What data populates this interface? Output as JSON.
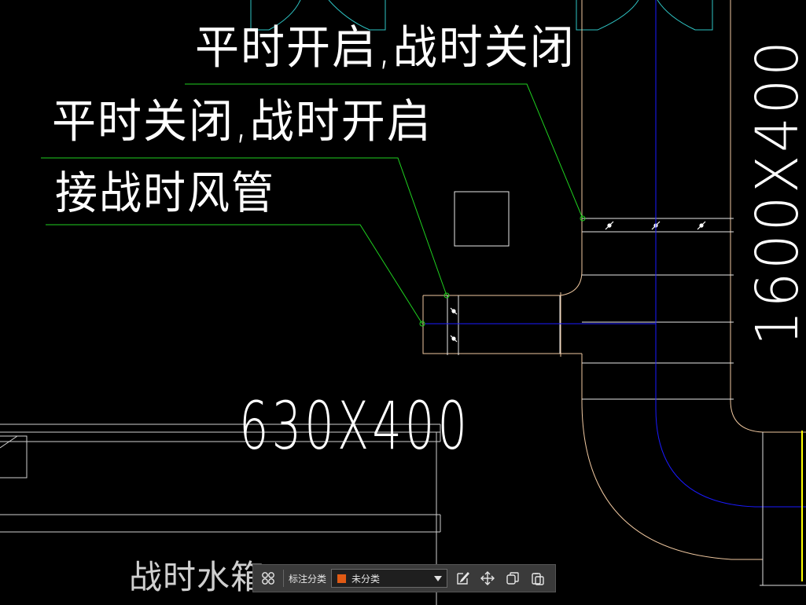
{
  "drawing": {
    "annotation_open_peace": "平时开启,战时关闭",
    "annotation_close_peace": "平时关闭,战时开启",
    "annotation_connect_duct": "接战时风管",
    "dimension_branch": "630X400",
    "dimension_main": "1600X400",
    "label_tank": "战时水箱"
  },
  "toolbar": {
    "category_label": "标注分类",
    "category_value": "未分类",
    "category_color": "#e05a14"
  },
  "colors": {
    "background": "#000000",
    "leader": "#1fd11f",
    "duct_outline": "#f0c8a0",
    "centerline": "#1a1aff",
    "equipment": "#2ec4c4",
    "highlight": "#ffff00"
  }
}
